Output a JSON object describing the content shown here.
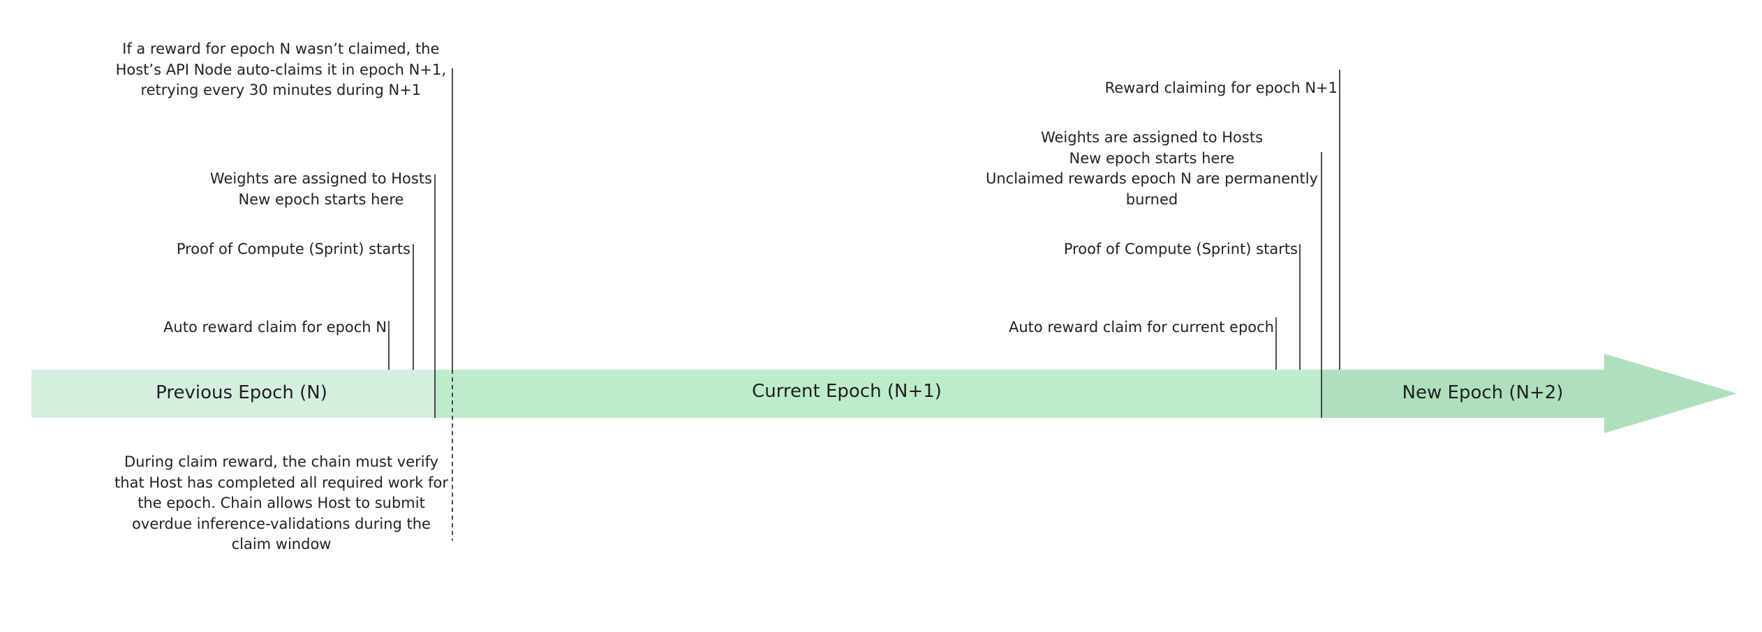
{
  "bands": {
    "previous": {
      "label": "Previous Epoch (N)",
      "color": "#d5efdf"
    },
    "current": {
      "label": "Current Epoch (N+1)",
      "color": "#bdeccb"
    },
    "next": {
      "label": "New Epoch (N+2)",
      "color": "#b0dfbd"
    }
  },
  "annotations": {
    "auto_claim_n": "Auto reward claim for epoch N",
    "poc_start_left": "Proof of Compute (Sprint) starts",
    "weights_left": [
      "Weights are assigned to Hosts",
      "New epoch starts here"
    ],
    "retry_note": [
      "If a reward for epoch N wasn’t claimed, the",
      "Host’s API Node auto-claims it in epoch N+1,",
      "retrying every 30 minutes during N+1"
    ],
    "verify_note": [
      "During claim reward, the chain must verify",
      "that Host has completed all required work for",
      "the epoch. Chain allows Host to submit",
      "overdue inference-validations during the",
      "claim window"
    ],
    "auto_claim_current": "Auto reward claim for current epoch",
    "poc_start_right": "Proof of Compute (Sprint) starts",
    "weights_right": [
      "Weights are assigned to Hosts",
      "New epoch starts here",
      "Unclaimed rewards epoch N are permanently",
      "burned"
    ],
    "reward_claiming": "Reward claiming for epoch N+1"
  }
}
